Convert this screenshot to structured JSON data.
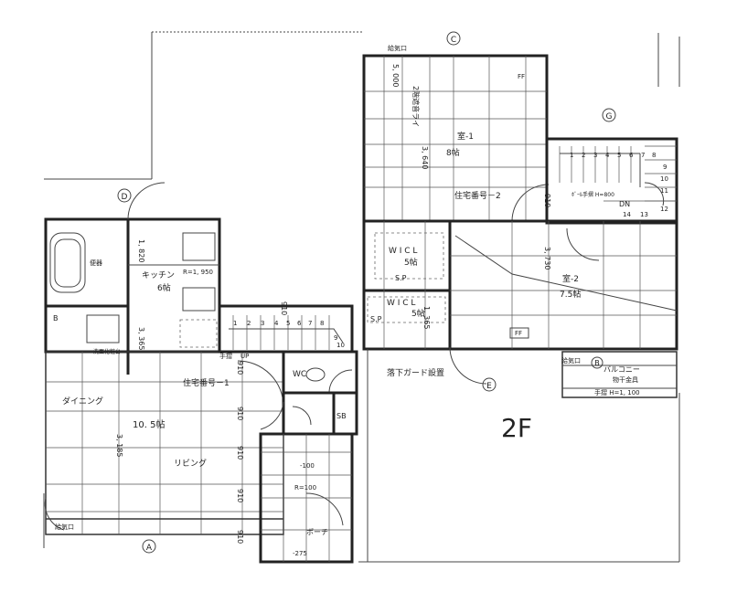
{
  "floor_label": "2F",
  "grid_markers": [
    "C",
    "D",
    "G",
    "E",
    "A",
    "B"
  ],
  "rooms": {
    "room1": {
      "name": "室-1",
      "size": "8帖",
      "ceiling": "2階遮音ライ"
    },
    "room2": {
      "name": "室-2",
      "size": "7.5帖"
    },
    "wicl_top": {
      "name": "W I C L",
      "size": "5帖",
      "sp": "S.P"
    },
    "wicl_bottom": {
      "name": "W I C L",
      "size": "5帖",
      "sp": "S.P"
    },
    "kitchen": {
      "name": "キッチン",
      "size": "6帖",
      "note": "R=1, 950"
    },
    "dining": {
      "name": "ダイニング"
    },
    "living": {
      "name": "リビング",
      "size": "10. 5帖"
    },
    "wc": {
      "name": "WC"
    },
    "sb": {
      "name": "SB"
    },
    "balcony": {
      "name": "バルコニー",
      "note": "物干金具"
    },
    "porch": {
      "name": "ポーチ"
    }
  },
  "labels": {
    "unit_number_1": "住宅番号－1",
    "unit_number_2": "住宅番号－2",
    "fall_guard": "落下ガード設置",
    "handrail": "手摺",
    "handrail_balcony": "手摺 H=1, 100",
    "dn": "DN",
    "up": "UP",
    "ff": "FF",
    "vent_1": "給気口",
    "vent_2": "給気口",
    "vent_3": "給気口",
    "stair_note": "ﾎﾞｰﾙ手摺 H=800",
    "mark_ff": "FF",
    "bath_mark": "B",
    "wash_label": "洗面化粧台",
    "toilet_label": "便器",
    "r_100": "R=100",
    "r_275": "-275",
    "r_100b": "-100"
  },
  "dimensions": {
    "d1": "5, 000",
    "d2": "3, 640",
    "d3": "910",
    "d4": "1, 820",
    "d5": "3, 365",
    "d6": "910",
    "d7": "910",
    "d8": "3, 185",
    "d9": "910",
    "d10": "910",
    "d11": "910",
    "d12": "3, 730",
    "d13": "1, 365",
    "d14": "910"
  },
  "stair_numbers_top": [
    "1",
    "2",
    "3",
    "4",
    "5",
    "6",
    "7",
    "8"
  ],
  "stair_numbers_right": [
    "9",
    "10",
    "11",
    "12",
    "13",
    "14"
  ],
  "stair_numbers_left": [
    "1",
    "2",
    "3",
    "4",
    "5",
    "6",
    "7",
    "8",
    "9",
    "10"
  ]
}
